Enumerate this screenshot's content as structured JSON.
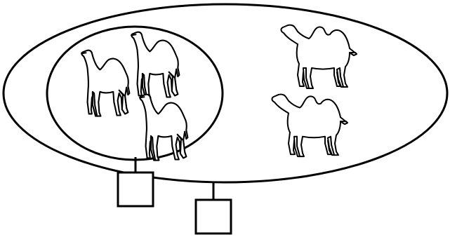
{
  "diagram": {
    "outer_set": {
      "members": [
        "bactrian-camel",
        "bactrian-camel"
      ]
    },
    "inner_set": {
      "members": [
        "dromedary-camel",
        "dromedary-camel",
        "dromedary-camel"
      ]
    },
    "blank_boxes": 2,
    "colors": {
      "stroke": "#000000",
      "background": "#ffffff"
    }
  }
}
